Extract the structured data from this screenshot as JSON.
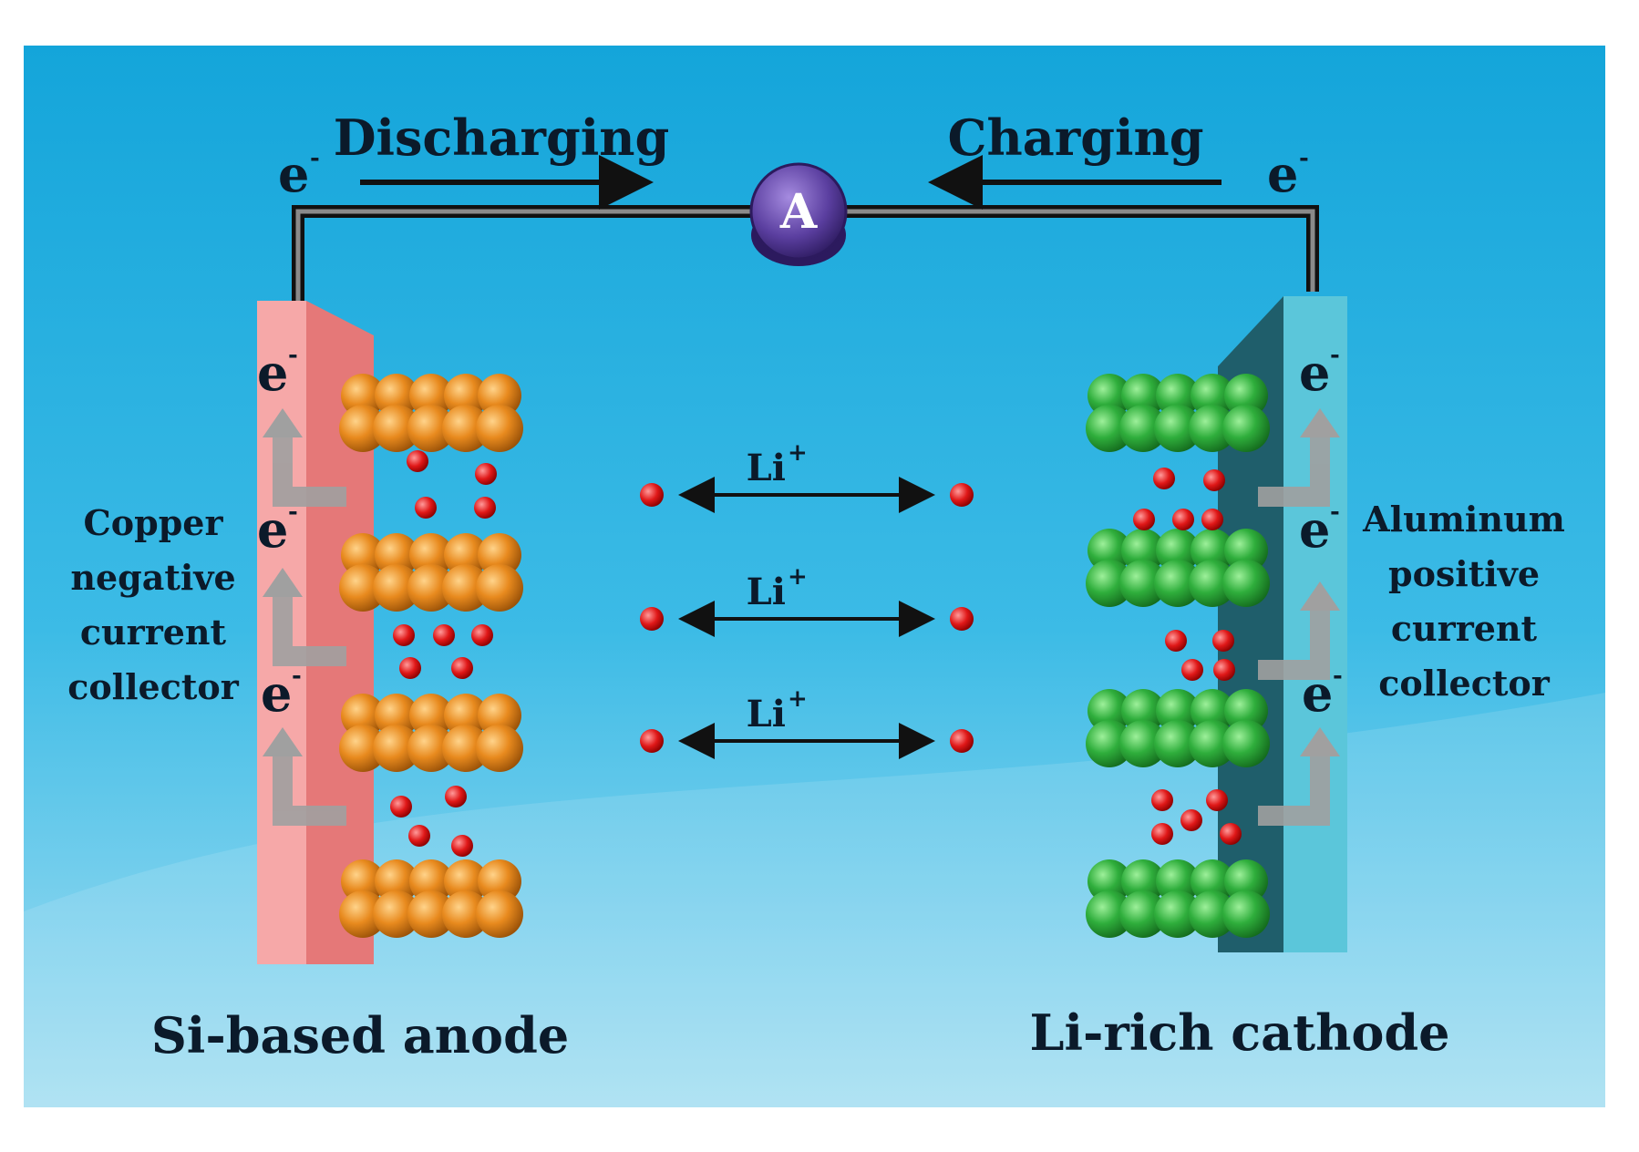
{
  "labels": {
    "discharging": "Discharging",
    "charging": "Charging",
    "ammeter": "A",
    "electron": "e",
    "electron_sign": "-",
    "li_ion": "Li",
    "li_sign": "+",
    "anode": "Si-based anode",
    "cathode": "Li-rich cathode",
    "copper_collector": [
      "Copper",
      "negative",
      "current",
      "collector"
    ],
    "aluminum_collector": [
      "Aluminum",
      "positive",
      "current",
      "collector"
    ]
  },
  "colors": {
    "background_top": "#1aa9dc",
    "background_bottom": "#8fd7ef",
    "copper_collector": "#f08d8d",
    "aluminum_collector": "#2a6f7d",
    "silicon_particles": "#e88a1e",
    "cathode_particles": "#2fae3c",
    "li_ion": "#e01818",
    "ammeter": "#5b3fa0",
    "wire": "#111111"
  }
}
